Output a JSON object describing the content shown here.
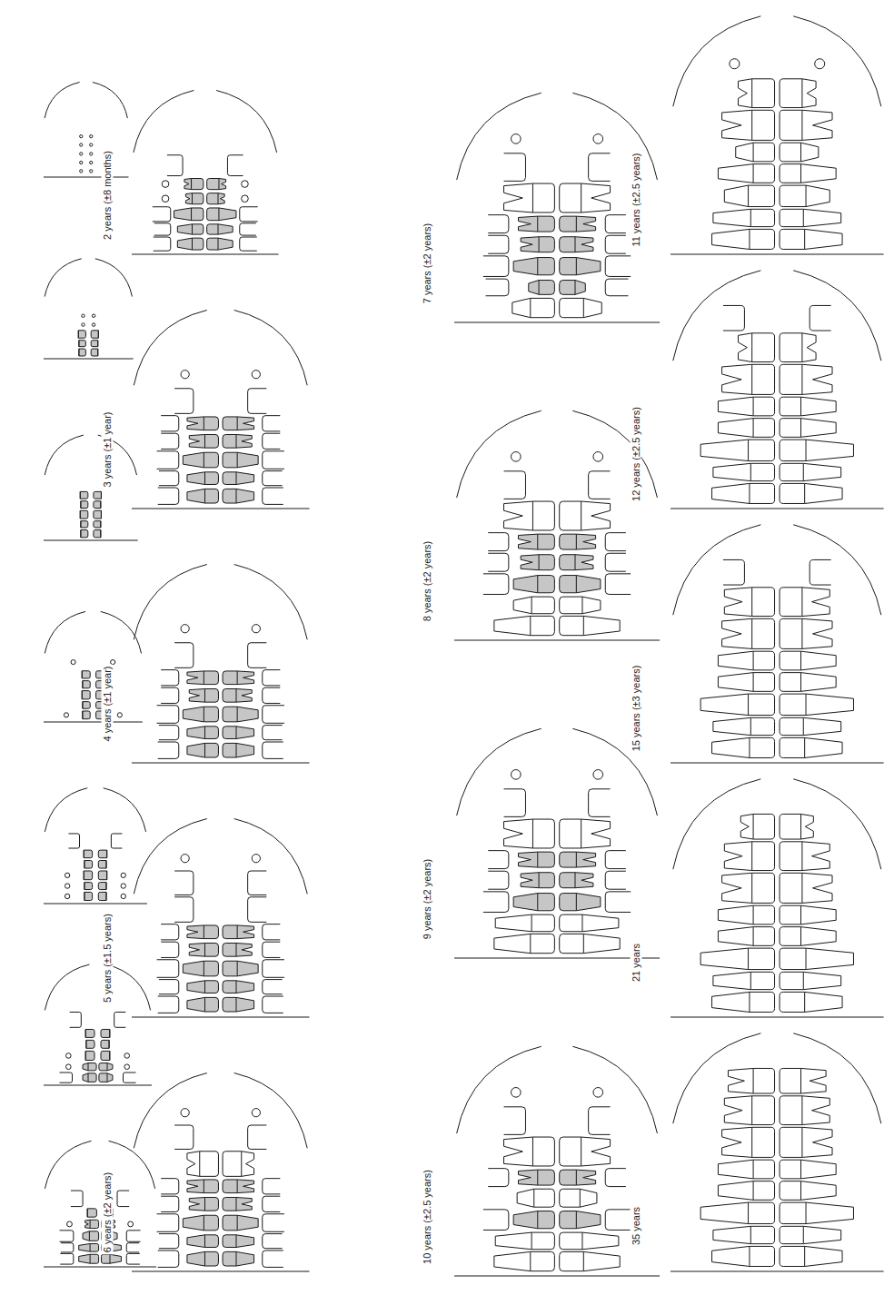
{
  "diagram": {
    "labels": [
      "2 years (±8 months)",
      "3 years (±1 year)",
      "4 years (±1 year)",
      "5 years (±1.5 years)",
      "6 years (±2 years)",
      "7 years (±2 years)",
      "8 years (±2 years)",
      "9 years (±2 years)",
      "10 years (±2.5 years)",
      "11 years (±2.5 years)",
      "12 years (±2.5 years)",
      "15 years (±3 years)",
      "21 years",
      "35 years"
    ]
  }
}
